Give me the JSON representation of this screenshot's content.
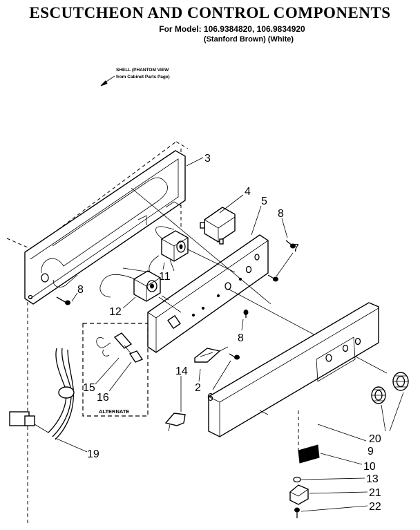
{
  "header": {
    "title": "ESCUTCHEON AND CONTROL COMPONENTS",
    "model": "For Model: 106.9384820, 106.9834920",
    "variants": "(Stanford Brown)   (White)"
  },
  "note": {
    "line1": "SHELL (PHANTOM VIEW",
    "line2": "from Cabinet Parts Page)"
  },
  "alternate_label": "ALTERNATE",
  "callouts": {
    "c3": "3",
    "c4": "4",
    "c5": "5",
    "c8a": "8",
    "c7": "7",
    "c11": "11",
    "c8b": "8",
    "c12": "12",
    "c8c": "8",
    "c14": "14",
    "c2": "2",
    "c6": "6",
    "c15": "15",
    "c16": "16",
    "c19": "19",
    "c20": "20",
    "c9": "9",
    "c10": "10",
    "c13": "13",
    "c21": "21",
    "c22": "22"
  }
}
